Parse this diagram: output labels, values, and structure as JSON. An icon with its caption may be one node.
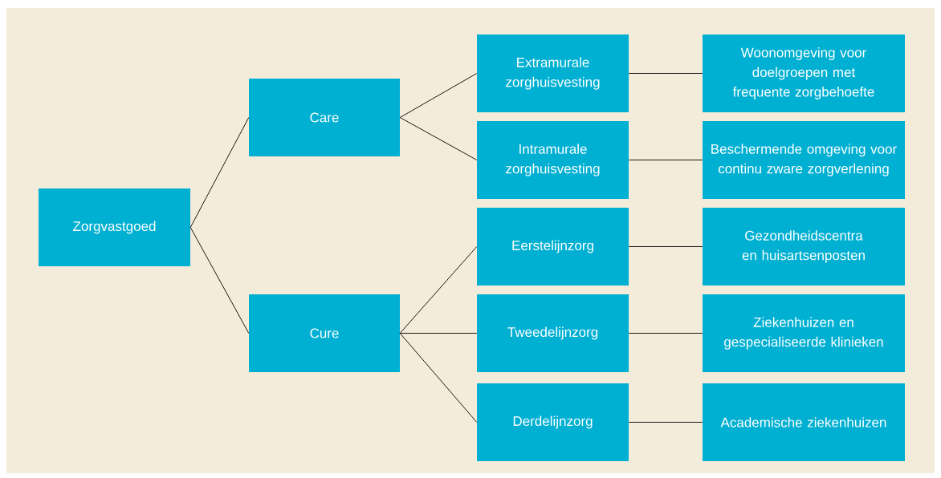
{
  "diagram": {
    "nodes": [
      {
        "text": [
          "Zorgvastgoed"
        ]
      },
      {
        "text": [
          "Care"
        ]
      },
      {
        "text": [
          "Cure"
        ]
      },
      {
        "text": [
          "Extramurale zorghuisvesting"
        ]
      },
      {
        "text": [
          "Intramurale zorghuisvesting"
        ]
      },
      {
        "text": [
          "Eerstelijnzorg"
        ]
      },
      {
        "text": [
          "Tweedelijnzorg"
        ]
      },
      {
        "text": [
          "Derdelijnzorg"
        ]
      },
      {
        "text": [
          "Woonomgeving voor doelgroepen met frequente zorgbehoefte"
        ]
      },
      {
        "text": [
          "Beschermende omgeving voor continu zware zorgverlening"
        ]
      },
      {
        "text": [
          "Gezondheidscentra en huisartsenposten"
        ]
      },
      {
        "text": [
          "Ziekenhuizen en gespecialiseerde klinieken"
        ]
      },
      {
        "text": [
          "Academische ziekenhuizen"
        ]
      }
    ],
    "edges": [
      {
        "from": 0,
        "to": 1,
        "arrow": "none"
      },
      {
        "from": 0,
        "to": 2,
        "arrow": "none"
      },
      {
        "from": 1,
        "to": 3,
        "arrow": "none"
      },
      {
        "from": 1,
        "to": 4,
        "arrow": "none"
      },
      {
        "from": 2,
        "to": 5,
        "arrow": "none"
      },
      {
        "from": 2,
        "to": 6,
        "arrow": "none"
      },
      {
        "from": 2,
        "to": 7,
        "arrow": "none"
      },
      {
        "from": 3,
        "to": 8,
        "arrow": "none"
      },
      {
        "from": 4,
        "to": 9,
        "arrow": "none"
      },
      {
        "from": 5,
        "to": 10,
        "arrow": "none"
      },
      {
        "from": 6,
        "to": 11,
        "arrow": "none"
      },
      {
        "from": 7,
        "to": 12,
        "arrow": "none"
      }
    ]
  }
}
